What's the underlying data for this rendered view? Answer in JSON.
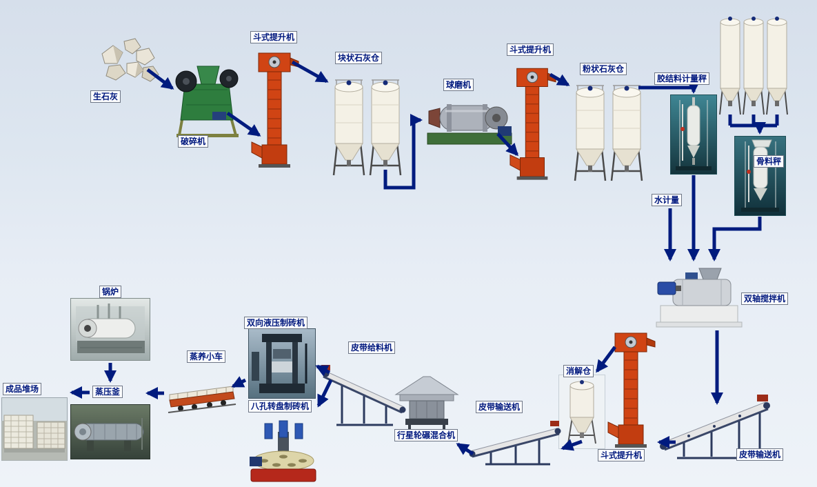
{
  "colors": {
    "arrow": "#001b7e",
    "label_text": "#00187e",
    "label_background": "#fbfcfd",
    "elevator_red": "#d04414",
    "crusher_green": "#2e7d3e",
    "silo_white": "#f4f1e6",
    "scale_photo_teal": "#3f8694",
    "background_top": "#d6dfeb",
    "background_bottom": "#eef3f8"
  },
  "nodes": [
    {
      "id": "quicklime",
      "label": "生石灰",
      "icon": "limestone-rocks-icon"
    },
    {
      "id": "crusher",
      "label": "破碎机",
      "icon": "jaw-crusher-icon"
    },
    {
      "id": "bucket-elevator-1",
      "label": "斗式提升机",
      "icon": "bucket-elevator-icon"
    },
    {
      "id": "lump-lime-silo",
      "label": "块状石灰仓",
      "icon": "twin-silo-icon"
    },
    {
      "id": "ball-mill",
      "label": "球磨机",
      "icon": "ball-mill-icon"
    },
    {
      "id": "bucket-elevator-2",
      "label": "斗式提升机",
      "icon": "bucket-elevator-icon"
    },
    {
      "id": "powder-lime-silo",
      "label": "粉状石灰仓",
      "icon": "twin-silo-icon"
    },
    {
      "id": "binder-scale",
      "label": "胶结料计量秤",
      "icon": "weigh-hopper-icon"
    },
    {
      "id": "aggregate-scale",
      "label": "骨料秤",
      "icon": "weigh-hopper-icon"
    },
    {
      "id": "water-meter",
      "label": "水计量",
      "icon": "water-metering-icon"
    },
    {
      "id": "twin-shaft-mixer",
      "label": "双轴搅拌机",
      "icon": "twin-shaft-mixer-icon"
    },
    {
      "id": "digestion-silo",
      "label": "消解仓",
      "icon": "silo-icon"
    },
    {
      "id": "bucket-elevator-3",
      "label": "斗式提升机",
      "icon": "bucket-elevator-icon"
    },
    {
      "id": "belt-conveyor-right",
      "label": "皮带输送机",
      "icon": "belt-conveyor-icon"
    },
    {
      "id": "belt-conveyor-mid",
      "label": "皮带输送机",
      "icon": "belt-conveyor-icon"
    },
    {
      "id": "belt-feeder",
      "label": "皮带给料机",
      "icon": "belt-conveyor-icon"
    },
    {
      "id": "planetary-mixer",
      "label": "行星轮碾混合机",
      "icon": "planetary-mixer-icon"
    },
    {
      "id": "rotary-brick-machine",
      "label": "八孔转盘制砖机",
      "icon": "rotary-press-icon"
    },
    {
      "id": "hydraulic-brick-machine",
      "label": "双向液压制砖机",
      "icon": "hydraulic-press-icon"
    },
    {
      "id": "curing-trolley",
      "label": "蒸养小车",
      "icon": "curing-trolley-icon"
    },
    {
      "id": "autoclave",
      "label": "蒸压釜",
      "icon": "autoclave-icon"
    },
    {
      "id": "boiler",
      "label": "锅炉",
      "icon": "boiler-icon"
    },
    {
      "id": "product-yard",
      "label": "成品堆场",
      "icon": "brick-stack-icon"
    }
  ],
  "flows": [
    {
      "from": "quicklime",
      "to": "crusher"
    },
    {
      "from": "crusher",
      "to": "bucket-elevator-1"
    },
    {
      "from": "bucket-elevator-1",
      "to": "lump-lime-silo"
    },
    {
      "from": "lump-lime-silo",
      "to": "ball-mill"
    },
    {
      "from": "ball-mill",
      "to": "bucket-elevator-2"
    },
    {
      "from": "bucket-elevator-2",
      "to": "powder-lime-silo"
    },
    {
      "from": "powder-lime-silo",
      "to": "binder-scale"
    },
    {
      "from": "aggregate-silos",
      "to": "aggregate-scale"
    },
    {
      "from": "binder-scale",
      "to": "twin-shaft-mixer"
    },
    {
      "from": "water-meter",
      "to": "twin-shaft-mixer"
    },
    {
      "from": "aggregate-scale",
      "to": "twin-shaft-mixer"
    },
    {
      "from": "twin-shaft-mixer",
      "to": "belt-conveyor-right"
    },
    {
      "from": "belt-conveyor-right",
      "to": "bucket-elevator-3"
    },
    {
      "from": "bucket-elevator-3",
      "to": "digestion-silo"
    },
    {
      "from": "digestion-silo",
      "to": "belt-conveyor-mid"
    },
    {
      "from": "belt-conveyor-mid",
      "to": "planetary-mixer"
    },
    {
      "from": "planetary-mixer",
      "to": "belt-feeder"
    },
    {
      "from": "belt-feeder",
      "to": "hydraulic-brick-machine"
    },
    {
      "from": "belt-feeder",
      "to": "rotary-brick-machine"
    },
    {
      "from": "hydraulic-brick-machine",
      "to": "curing-trolley"
    },
    {
      "from": "curing-trolley",
      "to": "autoclave"
    },
    {
      "from": "boiler",
      "to": "autoclave"
    },
    {
      "from": "autoclave",
      "to": "product-yard"
    }
  ]
}
